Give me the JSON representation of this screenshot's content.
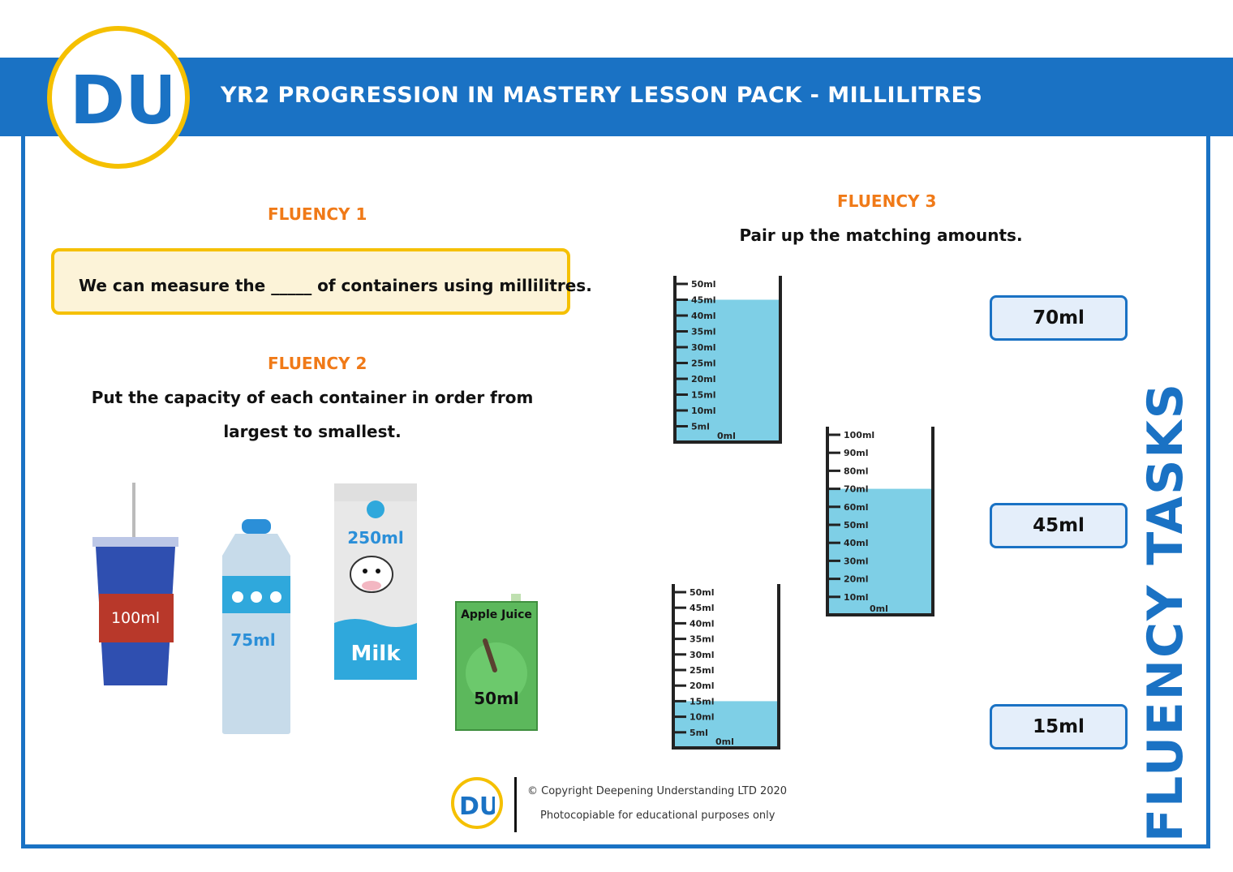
{
  "header": {
    "title": "YR2 PROGRESSION IN MASTERY LESSON PACK - MILLILITRES",
    "logo_text": "DU"
  },
  "side_title": "FLUENCY TASKS",
  "fluency1": {
    "label": "FLUENCY 1",
    "sentence": "We can measure the _____ of containers using millilitres."
  },
  "fluency2": {
    "label": "FLUENCY 2",
    "instruction_line1": "Put the capacity of each container in order from",
    "instruction_line2": "largest to smallest.",
    "containers": [
      {
        "name": "cup",
        "label": "100ml"
      },
      {
        "name": "bottle",
        "label": "75ml"
      },
      {
        "name": "milk-carton",
        "label": "250ml",
        "brand": "Milk"
      },
      {
        "name": "juice-box",
        "label": "50ml",
        "brand": "Apple Juice"
      }
    ]
  },
  "fluency3": {
    "label": "FLUENCY 3",
    "instruction": "Pair up the matching amounts.",
    "beakers": [
      {
        "name": "beaker-50",
        "ticks": [
          "50ml",
          "45ml",
          "40ml",
          "35ml",
          "30ml",
          "25ml",
          "20ml",
          "15ml",
          "10ml",
          "5ml"
        ],
        "zero": "0ml",
        "max": 50,
        "fill": 45
      },
      {
        "name": "beaker-100",
        "ticks": [
          "100ml",
          "90ml",
          "80ml",
          "70ml",
          "60ml",
          "50ml",
          "40ml",
          "30ml",
          "20ml",
          "10ml"
        ],
        "zero": "0ml",
        "max": 100,
        "fill": 70
      },
      {
        "name": "beaker-50b",
        "ticks": [
          "50ml",
          "45ml",
          "40ml",
          "35ml",
          "30ml",
          "25ml",
          "20ml",
          "15ml",
          "10ml",
          "5ml"
        ],
        "zero": "0ml",
        "max": 50,
        "fill": 15
      }
    ],
    "answers": [
      "70ml",
      "45ml",
      "15ml"
    ]
  },
  "footer": {
    "copyright": "© Copyright Deepening Understanding LTD 2020",
    "note": "Photocopiable for educational purposes only"
  },
  "colors": {
    "brand_blue": "#1a72c4",
    "brand_yellow": "#f5c000",
    "label_orange": "#f07a18",
    "water": "#7ecfe6"
  }
}
